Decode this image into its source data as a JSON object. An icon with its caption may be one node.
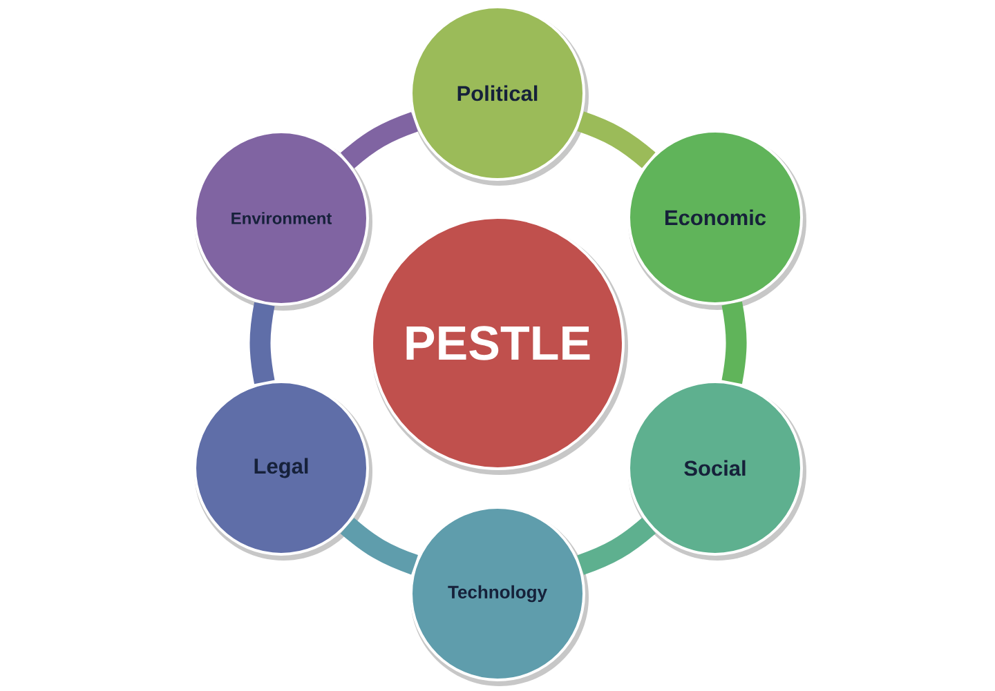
{
  "diagram": {
    "nodes": [
      {
        "text": [
          "PESTLE"
        ]
      },
      {
        "text": [
          "Political"
        ]
      },
      {
        "text": [
          "Economic"
        ]
      },
      {
        "text": [
          "Social"
        ]
      },
      {
        "text": [
          "Technology"
        ]
      },
      {
        "text": [
          "Legal"
        ]
      },
      {
        "text": [
          "Environment"
        ]
      }
    ],
    "edges": [
      {
        "from": 1,
        "to": 2,
        "arrow": "none",
        "color": "#9bbb59"
      },
      {
        "from": 2,
        "to": 3,
        "arrow": "none",
        "color": "#60b45a"
      },
      {
        "from": 3,
        "to": 4,
        "arrow": "none",
        "color": "#5eb08f"
      },
      {
        "from": 4,
        "to": 5,
        "arrow": "none",
        "color": "#5f9dac"
      },
      {
        "from": 5,
        "to": 6,
        "arrow": "none",
        "color": "#5f6ea8"
      },
      {
        "from": 6,
        "to": 1,
        "arrow": "none",
        "color": "#8064a2"
      }
    ]
  }
}
